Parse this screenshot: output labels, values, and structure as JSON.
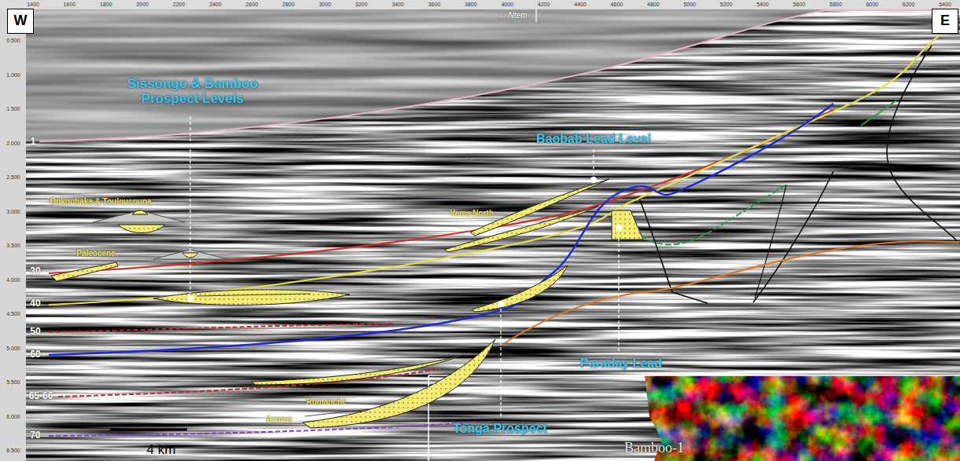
{
  "diagram": {
    "nodes": [
      {
        "text": [
          "W"
        ]
      },
      {
        "text": [
          "E"
        ]
      }
    ],
    "labels": [
      "1400",
      "1600",
      "1800",
      "2000",
      "2200",
      "2400",
      "2600",
      "2800",
      "3000",
      "3200",
      "3400",
      "3600",
      "3800",
      "4000",
      "4200",
      "4400",
      "4600",
      "4800",
      "5000",
      "5200",
      "5400",
      "5600",
      "5800",
      "6000",
      "6200",
      "6400",
      "← Ntem",
      "0.500",
      "1.000",
      "1.500",
      "2.000",
      "2.500",
      "3.000",
      "3.500",
      "4.000",
      "4.500",
      "5.000",
      "5.500",
      "6.000",
      "6.500",
      "Sissongo & Bamboo Prospect Levels",
      "Baobab Lead Level",
      "1",
      "Oukoubaka & Touloucouna",
      "30",
      "Paleocene",
      "Vema North",
      "40",
      "50",
      "60",
      "Paraday Lead",
      "65-66",
      "Romanche",
      "70",
      "Azores",
      "Tonga Prospect",
      "4 km",
      "Bamboo-1"
    ]
  }
}
